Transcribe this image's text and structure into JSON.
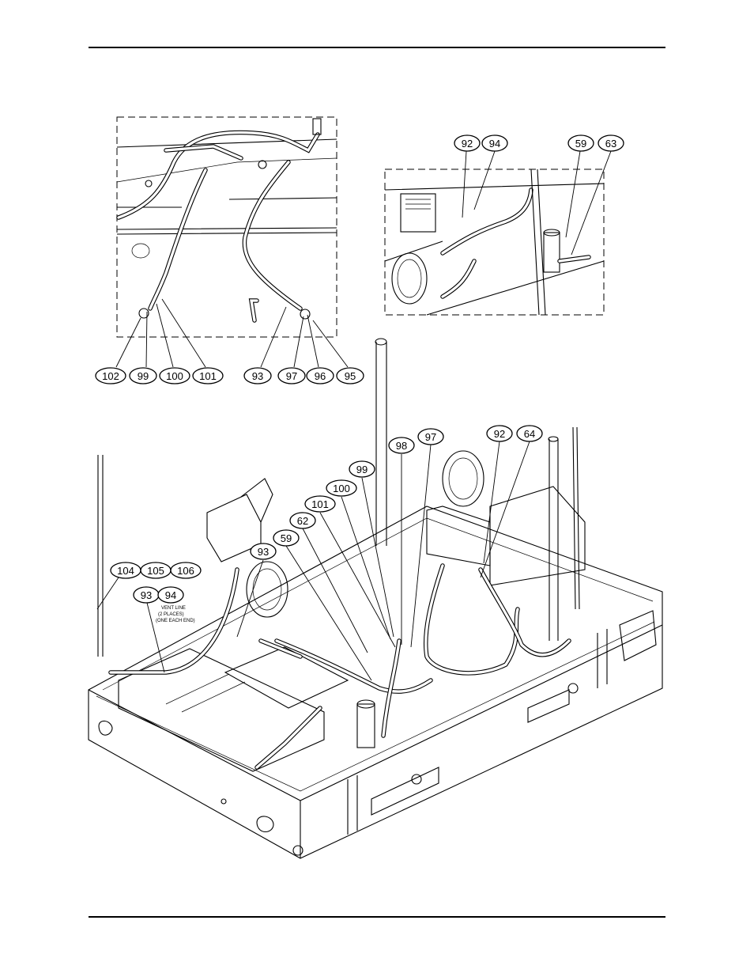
{
  "callouts": [
    {
      "id": "c102",
      "label": "102"
    },
    {
      "id": "c99a",
      "label": "99"
    },
    {
      "id": "c100a",
      "label": "100"
    },
    {
      "id": "c101a",
      "label": "101"
    },
    {
      "id": "c93a",
      "label": "93"
    },
    {
      "id": "c97a",
      "label": "97"
    },
    {
      "id": "c96",
      "label": "96"
    },
    {
      "id": "c95",
      "label": "95"
    },
    {
      "id": "c92a",
      "label": "92"
    },
    {
      "id": "c94a",
      "label": "94"
    },
    {
      "id": "c59a",
      "label": "59"
    },
    {
      "id": "c63",
      "label": "63"
    },
    {
      "id": "c98",
      "label": "98"
    },
    {
      "id": "c97b",
      "label": "97"
    },
    {
      "id": "c92b",
      "label": "92"
    },
    {
      "id": "c64",
      "label": "64"
    },
    {
      "id": "c99b",
      "label": "99"
    },
    {
      "id": "c100b",
      "label": "100"
    },
    {
      "id": "c101b",
      "label": "101"
    },
    {
      "id": "c62",
      "label": "62"
    },
    {
      "id": "c59b",
      "label": "59"
    },
    {
      "id": "c93b",
      "label": "93"
    },
    {
      "id": "c104",
      "label": "104"
    },
    {
      "id": "c105",
      "label": "105"
    },
    {
      "id": "c106",
      "label": "106"
    },
    {
      "id": "c93c",
      "label": "93"
    },
    {
      "id": "c94b",
      "label": "94"
    }
  ],
  "note": {
    "lines": [
      "VENT LINE",
      "(2 PLACES)",
      "(ONE EACH END)"
    ]
  }
}
